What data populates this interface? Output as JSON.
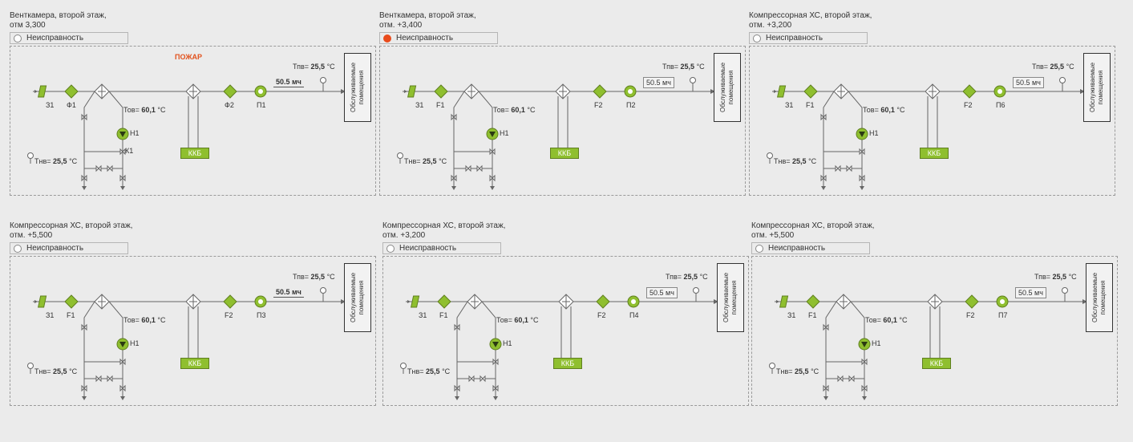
{
  "units": [
    {
      "header": "Венткамера, второй этаж,\nотм 3,300",
      "status_label": "Неисправность",
      "status_active": false,
      "alarm_text": "ПОЖАР",
      "damper_label": "З1",
      "filter1_label": "Ф1",
      "filter2_label": "Ф2",
      "fan_label": "П1",
      "pump_label": "Н1",
      "valve_label": "К1",
      "kkb_label": "ККБ",
      "t_supply_prefix": "Тпв=",
      "t_supply_value": "25,5",
      "t_unit": "°С",
      "t_return_prefix": "Тов=",
      "t_return_value": "60,1",
      "t_water_prefix": "Тнв=",
      "t_water_value": "25,5",
      "flow_value": "50.5 мч",
      "served_label": "Обслуживаемые\nпомещения"
    },
    {
      "header": "Венткамера, второй этаж,\nотм. +3,400",
      "status_label": "Неисправность",
      "status_active": true,
      "alarm_text": "",
      "damper_label": "З1",
      "filter1_label": "F1",
      "filter2_label": "F2",
      "fan_label": "П2",
      "pump_label": "Н1",
      "valve_label": "",
      "kkb_label": "ККБ",
      "t_supply_prefix": "Тпв=",
      "t_supply_value": "25,5",
      "t_unit": "°С",
      "t_return_prefix": "Тов=",
      "t_return_value": "60,1",
      "t_water_prefix": "Тнв=",
      "t_water_value": "25,5",
      "flow_value": "50.5 мч",
      "served_label": "Обслуживаемые\nпомещения"
    },
    {
      "header": "Компрессорная ХС, второй этаж,\nотм. +3,200",
      "status_label": "Неисправность",
      "status_active": false,
      "alarm_text": "",
      "damper_label": "З1",
      "filter1_label": "F1",
      "filter2_label": "F2",
      "fan_label": "П6",
      "pump_label": "Н1",
      "valve_label": "",
      "kkb_label": "ККБ",
      "t_supply_prefix": "Тпв=",
      "t_supply_value": "25,5",
      "t_unit": "°С",
      "t_return_prefix": "Тов=",
      "t_return_value": "60,1",
      "t_water_prefix": "Тнв=",
      "t_water_value": "25,5",
      "flow_value": "50.5 мч",
      "served_label": "Обслуживаемые\nпомещения"
    },
    {
      "header": "Компрессорная ХС, второй этаж,\nотм. +5,500",
      "status_label": "Неисправность",
      "status_active": false,
      "alarm_text": "",
      "damper_label": "З1",
      "filter1_label": "F1",
      "filter2_label": "F2",
      "fan_label": "П3",
      "pump_label": "Н1",
      "valve_label": "",
      "kkb_label": "ККБ",
      "t_supply_prefix": "Тпв=",
      "t_supply_value": "25,5",
      "t_unit": "°С",
      "t_return_prefix": "Тов=",
      "t_return_value": "60,1",
      "t_water_prefix": "Тнв=",
      "t_water_value": "25,5",
      "flow_value": "50.5 мч",
      "served_label": "Обслуживаемые\nпомещения"
    },
    {
      "header": "Компрессорная ХС, второй этаж,\nотм. +3,200",
      "status_label": "Неисправность",
      "status_active": false,
      "alarm_text": "",
      "damper_label": "З1",
      "filter1_label": "F1",
      "filter2_label": "F2",
      "fan_label": "П4",
      "pump_label": "Н1",
      "valve_label": "",
      "kkb_label": "ККБ",
      "t_supply_prefix": "Тпв=",
      "t_supply_value": "25,5",
      "t_unit": "°С",
      "t_return_prefix": "Тов=",
      "t_return_value": "60,1",
      "t_water_prefix": "Тнв=",
      "t_water_value": "25,5",
      "flow_value": "50.5 мч",
      "served_label": "Обслуживаемые\nпомещения"
    },
    {
      "header": "Компрессорная ХС, второй этаж,\nотм. +5,500",
      "status_label": "Неисправность",
      "status_active": false,
      "alarm_text": "",
      "damper_label": "З1",
      "filter1_label": "F1",
      "filter2_label": "F2",
      "fan_label": "П7",
      "pump_label": "Н1",
      "valve_label": "",
      "kkb_label": "ККБ",
      "t_supply_prefix": "Тпв=",
      "t_supply_value": "25,5",
      "t_unit": "°С",
      "t_return_prefix": "Тов=",
      "t_return_value": "60,1",
      "t_water_prefix": "Тнв=",
      "t_water_value": "25,5",
      "flow_value": "50.5 мч",
      "served_label": "Обслуживаемые\nпомещения"
    }
  ],
  "colors": {
    "equipment": "#8fbf2f",
    "alarm": "#e94b1c",
    "line": "#555555"
  }
}
